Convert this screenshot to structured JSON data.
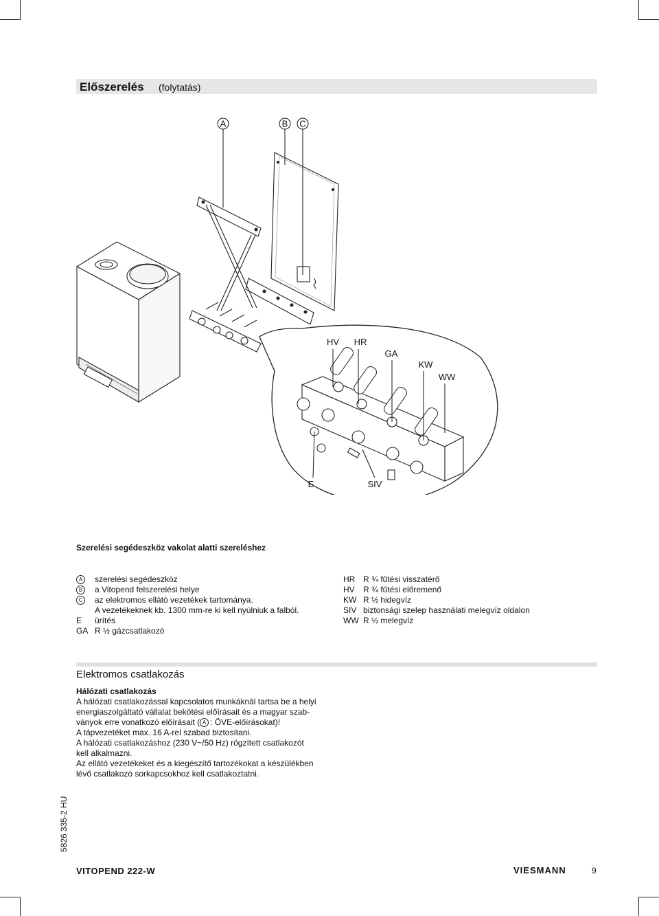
{
  "header": {
    "title": "Előszerelés",
    "subtitle": "(folytatás)"
  },
  "figure": {
    "callouts": {
      "a": "A",
      "b": "B",
      "c": "C"
    },
    "connections": {
      "hv": "HV",
      "hr": "HR",
      "ga": "GA",
      "kw": "KW",
      "ww": "WW",
      "e": "E",
      "siv": "SIV"
    }
  },
  "caption": "Szerelési segédeszköz vakolat alatti szereléshez",
  "legend_left": [
    {
      "code": "A",
      "text": "szerelési segédeszköz"
    },
    {
      "code": "B",
      "text": "a Vitopend felszerelési helye"
    },
    {
      "code": "C",
      "text": "az elektromos ellátó vezetékek tartománya."
    },
    {
      "code": "",
      "text": "A vezetékeknek kb. 1300 mm-re ki kell nyúlniuk a falból."
    },
    {
      "code": "E",
      "text": "ürítés"
    },
    {
      "code": "GA",
      "text": "R ½ gázcsatlakozó"
    }
  ],
  "legend_right": [
    {
      "code": "HR",
      "text": "R ¾ fűtési visszatérő"
    },
    {
      "code": "HV",
      "text": "R ¾ fűtési előremenő"
    },
    {
      "code": "KW",
      "text": "R ½ hidegvíz"
    },
    {
      "code": "SIV",
      "text": "biztonsági szelep használati melegvíz oldalon"
    },
    {
      "code": "WW",
      "text": "R ½ melegvíz"
    }
  ],
  "section": {
    "title": "Elektromos csatlakozás",
    "subtitle": "Hálózati csatlakozás",
    "para1_line1": "A hálózati csatlakozással kapcsolatos munkáknál tartsa be a helyi",
    "para1_line2": "energiaszolgáltató vállalat bekötési előírásait és a magyar szab-",
    "para1_line3_pre": "ványok erre vonatkozó előírásait (",
    "para1_ref": "A",
    "para1_line3_post": ": ÖVE-előírásokat)!",
    "para2": "A tápvezetéket max. 16 A-rel szabad biztosítani.",
    "para3_line1": "A hálózati csatlakozáshoz (230 V~/50 Hz) rögzített csatlakozót",
    "para3_line2": "kell alkalmazni.",
    "para4_line1": "Az ellátó vezetékeket és a kiegészítő tartozékokat a készülékben",
    "para4_line2": "lévő csatlakozó sorkapcsokhoz kell csatlakoztatni."
  },
  "footer": {
    "doc_code": "5826 335-2 HU",
    "product": "VITOPEND 222-W",
    "logo": "VIESMANN",
    "page": "9"
  }
}
